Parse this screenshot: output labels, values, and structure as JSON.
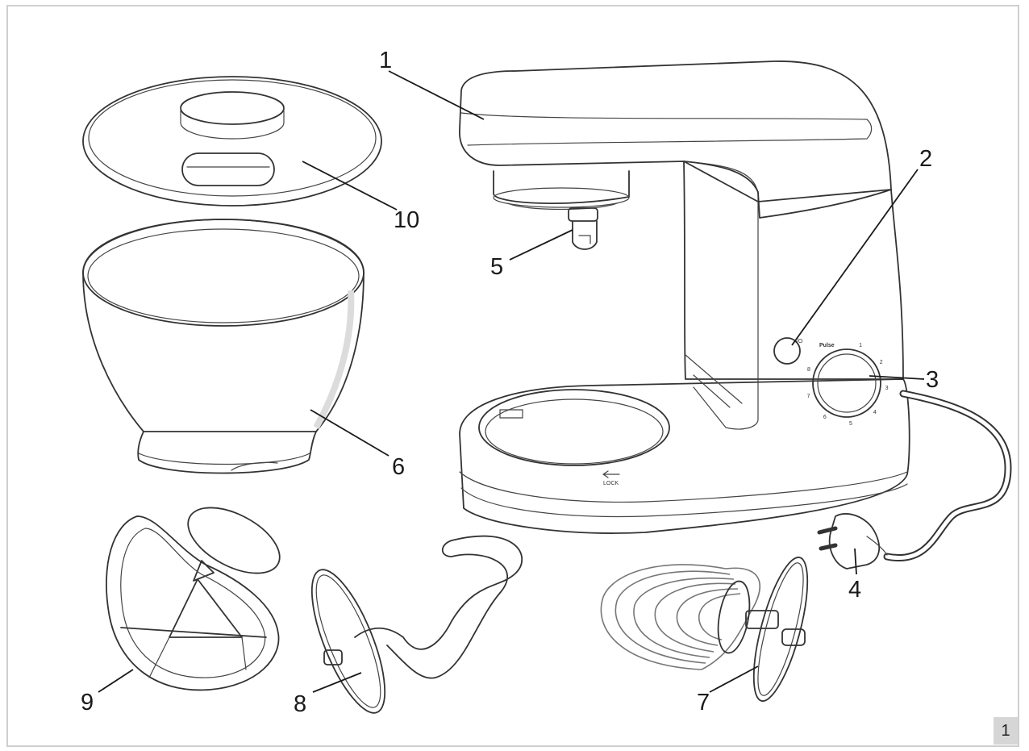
{
  "figure": {
    "number": "1",
    "dial_labels": {
      "pulse": "Pulse",
      "speeds": [
        "1",
        "2",
        "3",
        "4",
        "5",
        "6",
        "7",
        "8"
      ]
    },
    "switch_label": "I/O",
    "base_label": "LOCK"
  },
  "callouts": [
    {
      "id": "1",
      "text": "1"
    },
    {
      "id": "2",
      "text": "2"
    },
    {
      "id": "3",
      "text": "3"
    },
    {
      "id": "4",
      "text": "4"
    },
    {
      "id": "5",
      "text": "5"
    },
    {
      "id": "6",
      "text": "6"
    },
    {
      "id": "7",
      "text": "7"
    },
    {
      "id": "8",
      "text": "8"
    },
    {
      "id": "9",
      "text": "9"
    },
    {
      "id": "10",
      "text": "10"
    }
  ],
  "colors": {
    "line": "#333333",
    "fill_light": "#e6e6e6",
    "knob": "#cccccc",
    "badge": "#d6d6d6"
  }
}
